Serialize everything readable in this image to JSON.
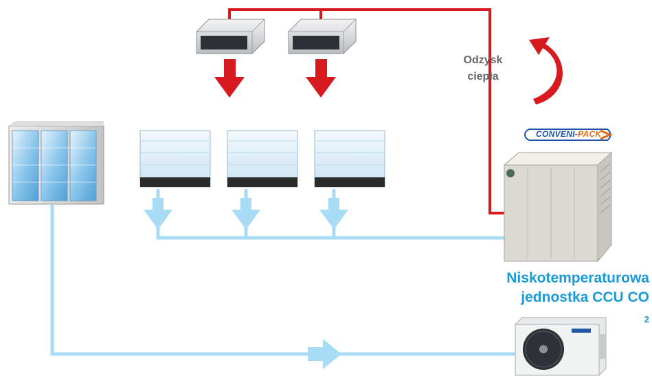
{
  "labels": {
    "heat_recovery_line1": "Odzysk",
    "heat_recovery_line2": "ciepła",
    "ccu_line1": "Niskotemperaturowa",
    "ccu_line2": "jednostka CCU CO",
    "ccu_sub": "2",
    "logo_main": "CONVENI-",
    "logo_accent": "PACK"
  },
  "colors": {
    "heat_pipe": "#d71920",
    "cold_pipe": "#a8dcf5",
    "ccu_label": "#1a9ad6",
    "heat_label": "#666666"
  },
  "icons": {
    "cassette_units": "ducted-indoor-unit-icon",
    "open_display_cases": "refrigerated-display-case-icon",
    "freezer": "glass-door-freezer-icon",
    "outdoor_unit": "conveni-pack-outdoor-unit-icon",
    "ccu_unit": "condensing-unit-icon",
    "heat_recovery": "curved-arrow-icon"
  }
}
